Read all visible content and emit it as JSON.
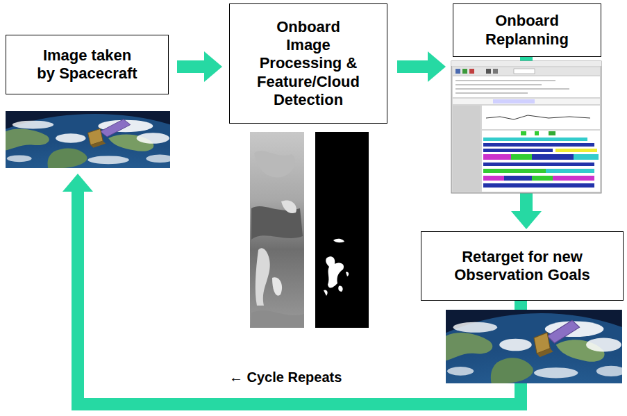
{
  "diagram": {
    "nodes": [
      {
        "text": [
          "Image taken by Spacecraft"
        ]
      },
      {
        "text": [
          "Onboard Image Processing & Feature/Cloud Detection"
        ]
      },
      {
        "text": [
          "Onboard Replanning"
        ]
      },
      {
        "text": [
          "Retarget for new Observation Goals"
        ]
      }
    ],
    "edges": [
      {
        "from": 0,
        "to": 1,
        "arrow": "to"
      },
      {
        "from": 1,
        "to": 2,
        "arrow": "to"
      },
      {
        "from": 2,
        "to": 3,
        "arrow": "to"
      },
      {
        "from": 3,
        "to": 0,
        "arrow": "to",
        "label": "← Cycle Repeats"
      }
    ]
  }
}
